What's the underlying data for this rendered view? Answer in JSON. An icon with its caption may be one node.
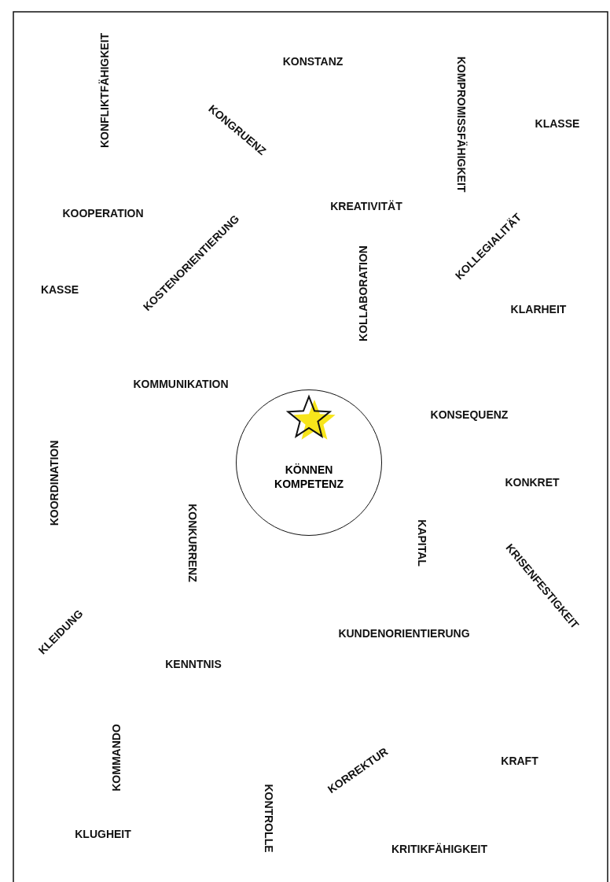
{
  "diagram": {
    "nodes": [
      {
        "text": [
          "KÖNNEN KOMPETENZ"
        ]
      }
    ],
    "labels": [
      "KONFLIKTFÄHIGKEIT",
      "KONSTANZ",
      "KOMPROMISSFÄHIGKEIT",
      "KONGRUENZ",
      "KLASSE",
      "KREATIVITÄT",
      "KOOPERATION",
      "KOSTENORIENTIERUNG",
      "KOLLEGIALITÄT",
      "KOLLABORATION",
      "KASSE",
      "KLARHEIT",
      "KOMMUNIKATION",
      "KONSEQUENZ",
      "KOORDINATION",
      "KONKRET",
      "KONKURRENZ",
      "KAPITAL",
      "KRISENFESTIGKEIT",
      "KLEIDUNG",
      "KUNDENORIENTIERUNG",
      "KENNTNIS",
      "KOMMANDO",
      "KORREKTUR",
      "KRAFT",
      "KONTROLLE",
      "KLUGHEIT",
      "KRITIKFÄHIGKEIT"
    ]
  }
}
